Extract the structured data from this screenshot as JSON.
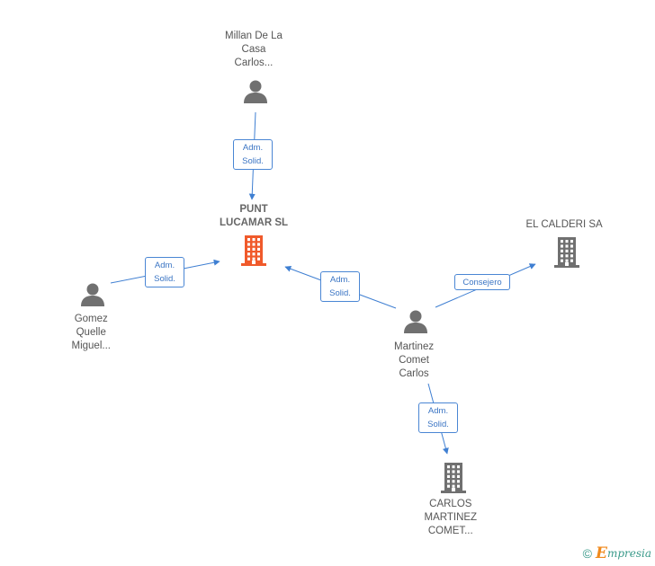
{
  "colors": {
    "edge": "#3f7fd2",
    "person_icon": "#707070",
    "company_icon": "#707070",
    "main_company_icon": "#f05a2b",
    "edge_label_border": "#4a86d4",
    "edge_label_text": "#3b75c4"
  },
  "nodes": {
    "punt": {
      "type": "company",
      "icon": "building-icon",
      "label": [
        "PUNT",
        "LUCAMAR SL"
      ],
      "main": true
    },
    "millan": {
      "type": "person",
      "icon": "person-icon",
      "label": [
        "Millan De La",
        "Casa",
        "Carlos..."
      ]
    },
    "gomez": {
      "type": "person",
      "icon": "person-icon",
      "label": [
        "Gomez",
        "Quelle",
        "Miguel..."
      ]
    },
    "martinez": {
      "type": "person",
      "icon": "person-icon",
      "label": [
        "Martinez",
        "Comet",
        "Carlos"
      ]
    },
    "calderi": {
      "type": "company",
      "icon": "building-icon",
      "label": [
        "EL CALDERI SA"
      ]
    },
    "carlos_co": {
      "type": "company",
      "icon": "building-icon",
      "label": [
        "CARLOS",
        "MARTINEZ",
        "COMET..."
      ]
    }
  },
  "edges": [
    {
      "from": "millan",
      "to": "punt",
      "label": [
        "Adm.",
        "Solid."
      ]
    },
    {
      "from": "gomez",
      "to": "punt",
      "label": [
        "Adm.",
        "Solid."
      ]
    },
    {
      "from": "martinez",
      "to": "punt",
      "label": [
        "Adm.",
        "Solid."
      ]
    },
    {
      "from": "martinez",
      "to": "calderi",
      "label": [
        "Consejero"
      ]
    },
    {
      "from": "martinez",
      "to": "carlos_co",
      "label": [
        "Adm.",
        "Solid."
      ]
    }
  ],
  "footer": {
    "copyright": "©",
    "brand_initial": "E",
    "brand_rest": "mpresia"
  }
}
